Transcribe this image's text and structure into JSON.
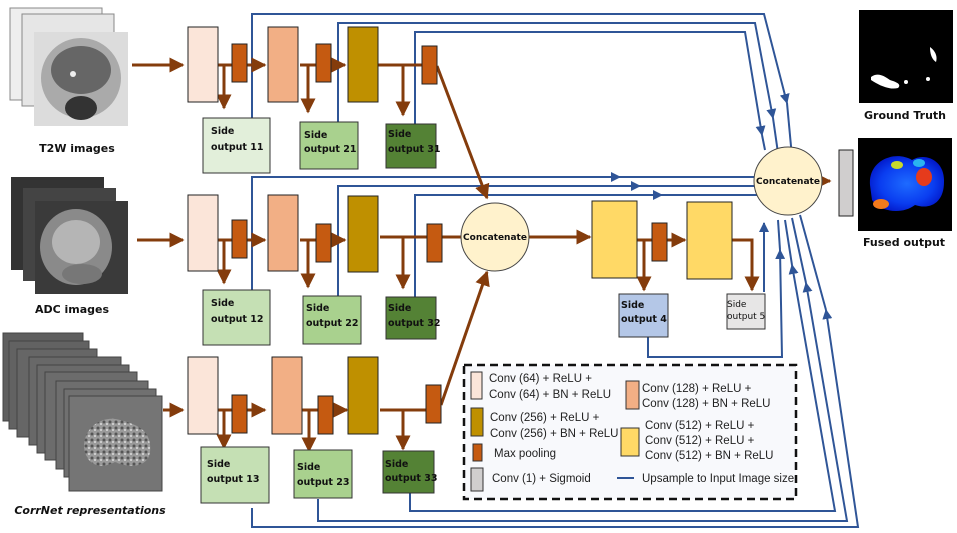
{
  "colors": {
    "conv64": "#fbe5d9",
    "conv128": "#f2af85",
    "conv256": "#bf9000",
    "maxpool": "#c55a11",
    "conv512": "#ffd966",
    "conv1": "#d0cece",
    "arrow_brown": "#843c0c",
    "upsample_blue": "#2f5597",
    "side_light": "#e2efda",
    "side_mid": "#a9d18e",
    "side_dark": "#548235",
    "side4": "#b4c7e7",
    "side5": "#e7e6e6",
    "concat": "#fff2cc"
  },
  "inputs": [
    {
      "label": "T2W images",
      "italic": false
    },
    {
      "label": "ADC images",
      "italic": false
    },
    {
      "label": "CorrNet representations",
      "italic": true
    }
  ],
  "side_outputs": {
    "row1": [
      {
        "line1": "Side",
        "line2": "output 11"
      },
      {
        "line1": "Side",
        "line2": "output 21"
      },
      {
        "line1": "Side",
        "line2": "output 31"
      }
    ],
    "row2": [
      {
        "line1": "Side",
        "line2": "output 12"
      },
      {
        "line1": "Side",
        "line2": "output 22"
      },
      {
        "line1": "Side",
        "line2": "output 32"
      }
    ],
    "row3": [
      {
        "line1": "Side",
        "line2": "output 13"
      },
      {
        "line1": "Side",
        "line2": "output 23"
      },
      {
        "line1": "Side",
        "line2": "output 33"
      }
    ],
    "fused": [
      {
        "line1": "Side",
        "line2": "output 4"
      },
      {
        "line1": "Side",
        "line2": "output 5"
      }
    ]
  },
  "concatenate_labels": [
    "Concatenate",
    "Concatenate"
  ],
  "outputs": {
    "ground_truth": "Ground Truth",
    "fused_output": "Fused output"
  },
  "legend": {
    "conv64": [
      "Conv (64)  + ReLU +",
      "Conv (64) + BN + ReLU"
    ],
    "conv128": [
      "Conv (128)  + ReLU +",
      "Conv (128) + BN + ReLU"
    ],
    "conv256": [
      "Conv (256)  + ReLU +",
      "Conv (256) + BN + ReLU"
    ],
    "conv512": [
      "Conv (512) + ReLU +",
      "Conv (512) + ReLU +",
      "Conv (512) + BN + ReLU"
    ],
    "maxpool": "Max pooling",
    "conv1": "Conv (1)  + Sigmoid",
    "upsample": "Upsample to Input Image size"
  }
}
